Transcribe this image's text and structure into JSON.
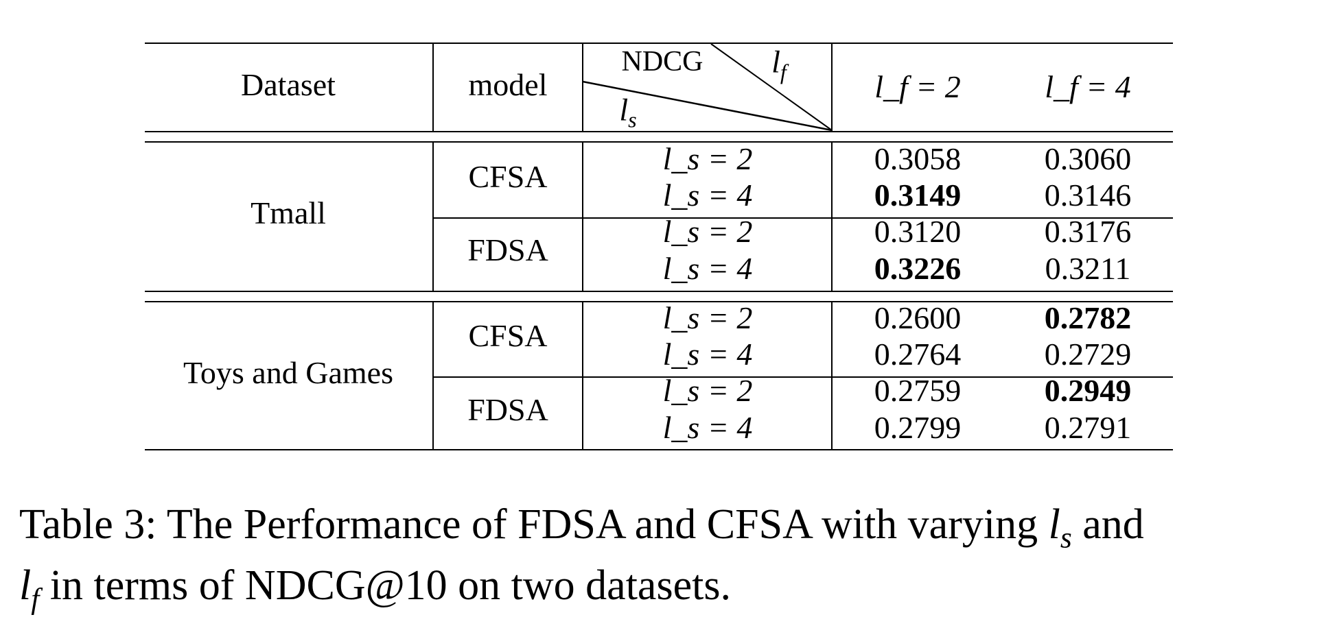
{
  "table": {
    "headers": {
      "dataset": "Dataset",
      "model": "model",
      "diag_top": "NDCG",
      "diag_right": "l",
      "diag_right_sub": "f",
      "diag_bottom": "l",
      "diag_bottom_sub": "s",
      "col1": "l_f = 2",
      "col2": "l_f = 4"
    },
    "rows": [
      {
        "dataset": "Tmall",
        "model": "CFSA",
        "ls": "l_s = 2",
        "v1": "0.3058",
        "v2": "0.3060",
        "bold1": false,
        "bold2": false
      },
      {
        "dataset": "Tmall",
        "model": "CFSA",
        "ls": "l_s = 4",
        "v1": "0.3149",
        "v2": "0.3146",
        "bold1": true,
        "bold2": false
      },
      {
        "dataset": "Tmall",
        "model": "FDSA",
        "ls": "l_s = 2",
        "v1": "0.3120",
        "v2": "0.3176",
        "bold1": false,
        "bold2": false
      },
      {
        "dataset": "Tmall",
        "model": "FDSA",
        "ls": "l_s = 4",
        "v1": "0.3226",
        "v2": "0.3211",
        "bold1": true,
        "bold2": false
      },
      {
        "dataset": "Toys and Games",
        "model": "CFSA",
        "ls": "l_s = 2",
        "v1": "0.2600",
        "v2": "0.2782",
        "bold1": false,
        "bold2": true
      },
      {
        "dataset": "Toys and Games",
        "model": "CFSA",
        "ls": "l_s = 4",
        "v1": "0.2764",
        "v2": "0.2729",
        "bold1": false,
        "bold2": false
      },
      {
        "dataset": "Toys and Games",
        "model": "FDSA",
        "ls": "l_s = 2",
        "v1": "0.2759",
        "v2": "0.2949",
        "bold1": false,
        "bold2": true
      },
      {
        "dataset": "Toys and Games",
        "model": "FDSA",
        "ls": "l_s = 4",
        "v1": "0.2799",
        "v2": "0.2791",
        "bold1": false,
        "bold2": false
      }
    ],
    "datasets": [
      "Tmall",
      "Toys and Games"
    ],
    "models": [
      "CFSA",
      "FDSA",
      "CFSA",
      "FDSA"
    ]
  },
  "caption": {
    "part1": "Table 3: The Performance of FDSA and CFSA with varying ",
    "ls": "l",
    "ls_sub": "s",
    "part2": " and ",
    "lf": "l",
    "lf_sub": "f",
    "part3": " in terms of NDCG@10 on two datasets."
  }
}
